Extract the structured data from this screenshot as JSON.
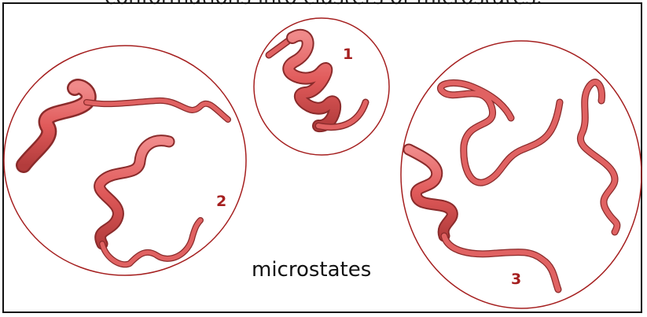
{
  "caption_text": "conformations into clusters of microstates.",
  "center_label": "microstates",
  "clusters": [
    {
      "number": "1"
    },
    {
      "number": "2"
    },
    {
      "number": "3"
    }
  ],
  "colors": {
    "cluster_outline": "#a51f1f",
    "protein_ribbon": "#e06262",
    "protein_shadow": "#8a2b2b",
    "label_red": "#a51f1f",
    "border": "#111111"
  }
}
